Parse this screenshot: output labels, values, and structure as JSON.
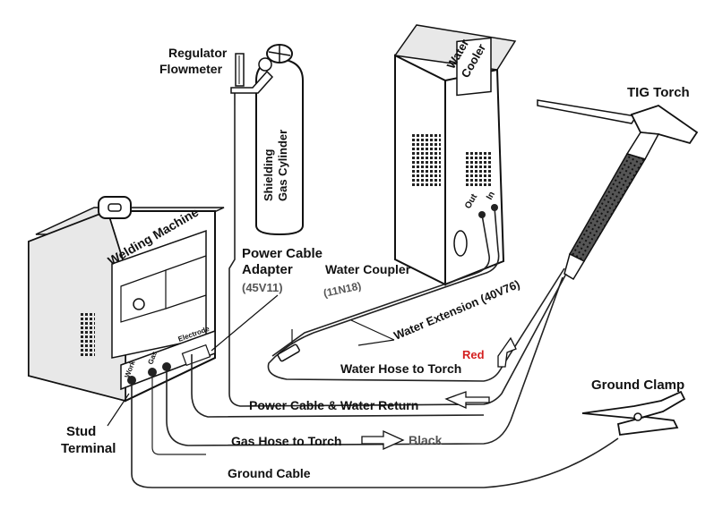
{
  "diagram": {
    "labels": {
      "regulator_line1": "Regulator",
      "regulator_line2": "Flowmeter",
      "gas_cylinder_line1": "Shielding",
      "gas_cylinder_line2": "Gas Cylinder",
      "water_cooler_line1": "Water",
      "water_cooler_line2": "Cooler",
      "cooler_out": "Out",
      "cooler_in": "In",
      "tig_torch": "TIG Torch",
      "welding_machine": "Welding Machine",
      "machine_electrode": "Electrode",
      "machine_gas_out": "Gas",
      "machine_work": "Work",
      "power_cable_adapter_line1": "Power Cable",
      "power_cable_adapter_line2": "Adapter",
      "power_cable_adapter_part": "(45V11)",
      "water_coupler": "Water Coupler",
      "water_coupler_part": "(11N18)",
      "water_extension": "Water Extension (40V76)",
      "water_hose_to_torch": "Water Hose to Torch",
      "red_annotation": "Red",
      "power_cable_water_return": "Power Cable & Water Return",
      "gas_hose_to_torch": "Gas Hose to Torch",
      "black_annotation": "Black",
      "stud_terminal_line1": "Stud",
      "stud_terminal_line2": "Terminal",
      "ground_cable": "Ground Cable",
      "ground_clamp": "Ground Clamp"
    },
    "colors": {
      "annotation_red": "#d42020",
      "annotation_gray": "#555555",
      "ink": "#111111"
    }
  }
}
